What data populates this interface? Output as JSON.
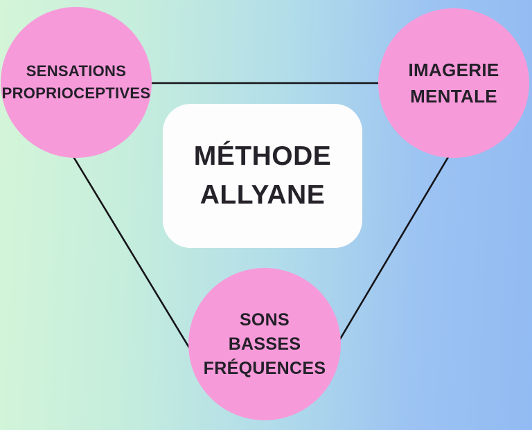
{
  "diagram": {
    "center": {
      "id": "methode-allyane",
      "lines": [
        "MÉTHODE",
        "ALLYANE"
      ]
    },
    "nodes": [
      {
        "id": "sensations-proprioceptives",
        "lines": [
          "SENSATIONS",
          "PROPRIOCEPTIVES"
        ]
      },
      {
        "id": "imagerie-mentale",
        "lines": [
          "IMAGERIE",
          "MENTALE"
        ]
      },
      {
        "id": "sons-basses-frequences",
        "lines": [
          "SONS",
          "BASSES",
          "FRÉQUENCES"
        ]
      }
    ],
    "connectors": [
      {
        "from": "sensations-proprioceptives",
        "to": "imagerie-mentale"
      },
      {
        "from": "sensations-proprioceptives",
        "to": "sons-basses-frequences"
      },
      {
        "from": "imagerie-mentale",
        "to": "sons-basses-frequences"
      }
    ],
    "colors": {
      "node_fill": "#f79ad9",
      "text": "#232029",
      "connector_line": "#151418",
      "center_card_bg": "#fdfdfd",
      "background_left": "#d4f5d8",
      "background_right": "#92bbf3"
    }
  }
}
